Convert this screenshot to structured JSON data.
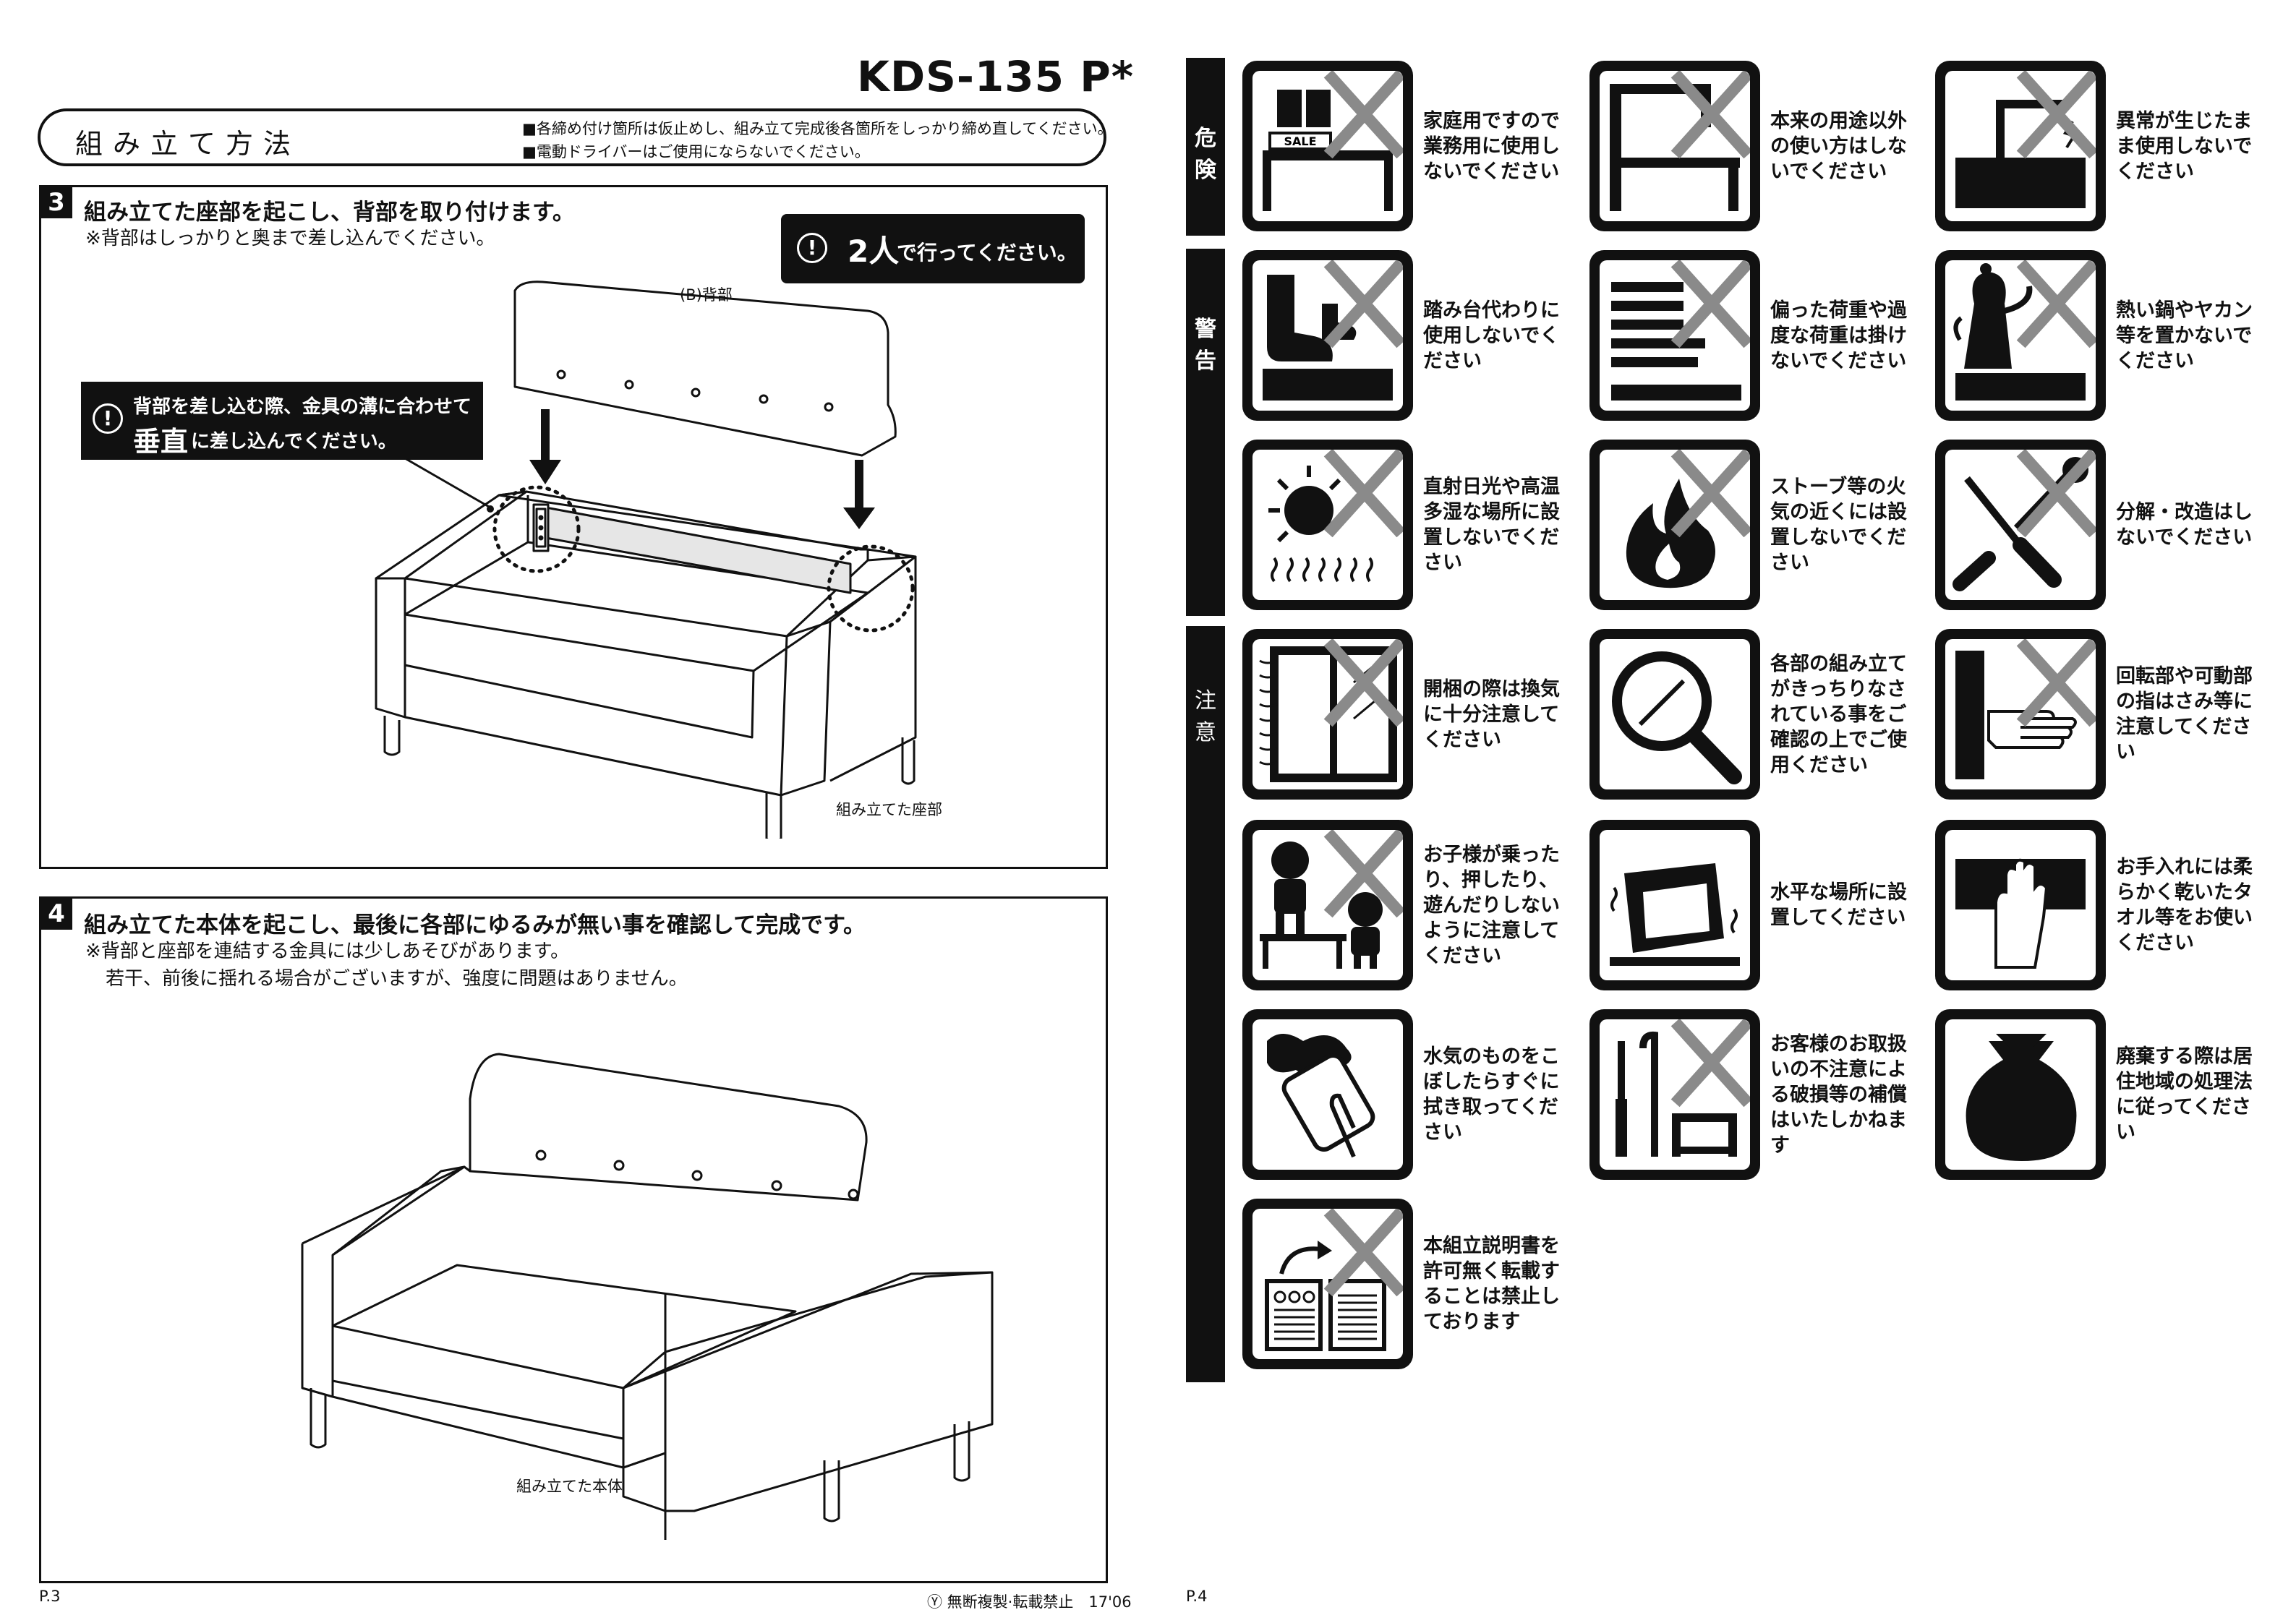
{
  "model": "KDS-135 P*",
  "header": {
    "title": "組み立て方法",
    "note1": "■各締め付け箇所は仮止めし、組み立て完成後各箇所をしっかり締め直してください。",
    "note2": "■電動ドライバーはご使用にならないでください。"
  },
  "step3": {
    "number": "3",
    "title": "組み立てた座部を起こし、背部を取り付けます。",
    "note": "※背部はしっかりと奥まで差し込んでください。",
    "two_people_big": "2人",
    "two_people_small": "で行ってください。",
    "warning_line1": "背部を差し込む際、金具の溝に合わせて",
    "warning_line2_big": "垂直",
    "warning_line2_small": "に差し込んでください。",
    "label_back": "(B)背部",
    "label_seat": "組み立てた座部"
  },
  "step4": {
    "number": "4",
    "title": "組み立てた本体を起こし、最後に各部にゆるみが無い事を確認して完成です。",
    "note1": "※背部と座部を連結する金具には少しあそびがあります。",
    "note2": "若干、前後に揺れる場合がございますが、強度に問題はありません。",
    "label_body": "組み立てた本体"
  },
  "footer": {
    "page_left": "P.3",
    "copyright": "Ⓨ 無断複製·転載禁止　17'06",
    "page_right": "P.4"
  },
  "categories": {
    "danger": [
      "危",
      "険"
    ],
    "warning": [
      "警",
      "告"
    ],
    "caution": [
      "注",
      "意"
    ]
  },
  "pictograms": [
    {
      "icon": "sale-shelf-icon",
      "lines": [
        "家庭用ですので",
        "業務用に使用し",
        "ないでください"
      ]
    },
    {
      "icon": "misuse-frame-icon",
      "lines": [
        "本来の用途以外",
        "の使い方はしな",
        "いでください"
      ]
    },
    {
      "icon": "abnormal-crack-icon",
      "lines": [
        "異常が生じたま",
        "ま使用しないで",
        "ください"
      ]
    },
    {
      "icon": "boot-step-icon",
      "lines": [
        "踏み台代わりに",
        "使用しないでく",
        "ださい"
      ]
    },
    {
      "icon": "heavy-load-icon",
      "lines": [
        "偏った荷重や過",
        "度な荷重は掛け",
        "ないでください"
      ]
    },
    {
      "icon": "hot-kettle-icon",
      "lines": [
        "熱い鍋やヤカン",
        "等を置かないで",
        "ください"
      ]
    },
    {
      "icon": "sun-humidity-icon",
      "lines": [
        "直射日光や高温",
        "多湿な場所に設",
        "置しないでくだ",
        "さい"
      ]
    },
    {
      "icon": "fire-icon",
      "lines": [
        "ストーブ等の火",
        "気の近くには設",
        "置しないでくだ",
        "さい"
      ]
    },
    {
      "icon": "disassemble-tools-icon",
      "lines": [
        "分解・改造はし",
        "ないでください"
      ]
    },
    {
      "icon": "window-ventilation-icon",
      "lines": [
        "開梱の際は換気",
        "に十分注意して",
        "ください"
      ]
    },
    {
      "icon": "magnifier-icon",
      "lines": [
        "各部の組み立て",
        "がきっちりなさ",
        "れている事をご",
        "確認の上でご使",
        "用ください"
      ]
    },
    {
      "icon": "hand-pinch-icon",
      "lines": [
        "回転部や可動部",
        "の指はさみ等に",
        "注意してくださ",
        "い"
      ]
    },
    {
      "icon": "children-play-icon",
      "lines": [
        "お子様が乗った",
        "り、押したり、",
        "遊んだりしない",
        "ように注意して",
        "ください"
      ]
    },
    {
      "icon": "level-floor-icon",
      "lines": [
        "水平な場所に設",
        "置してください"
      ]
    },
    {
      "icon": "soft-cloth-icon",
      "lines": [
        "お手入れには柔",
        "らかく乾いたタ",
        "オル等をお使い",
        "ください"
      ]
    },
    {
      "icon": "wipe-spill-icon",
      "lines": [
        "水気のものをこ",
        "ぼしたらすぐに",
        "拭き取ってくだ",
        "さい"
      ]
    },
    {
      "icon": "tools-damage-icon",
      "lines": [
        "お客様のお取扱",
        "いの不注意によ",
        "る破損等の補償",
        "はいたしかねま",
        "す"
      ]
    },
    {
      "icon": "disposal-bag-icon",
      "lines": [
        "廃棄する際は居",
        "住地域の処理法",
        "に従ってくださ",
        "い"
      ]
    },
    {
      "icon": "copy-prohibited-icon",
      "lines": [
        "本組立説明書を",
        "許可無く転載す",
        "ることは禁止し",
        "ております"
      ]
    }
  ]
}
